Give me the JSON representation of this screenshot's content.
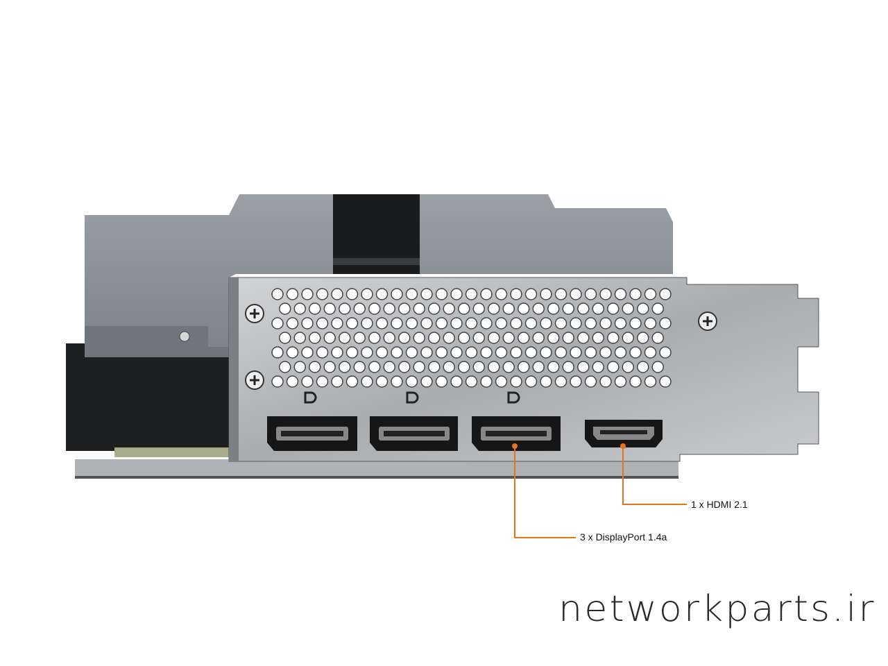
{
  "callouts": {
    "hdmi": "1 x HDMI 2.1",
    "displayport": "3 x DisplayPort 1.4a"
  },
  "watermark": "networkparts.ir",
  "colors": {
    "callout": "#e8731a",
    "shroud": "#8e949a",
    "bracket": "#b9bcbf",
    "background": "#ffffff"
  }
}
